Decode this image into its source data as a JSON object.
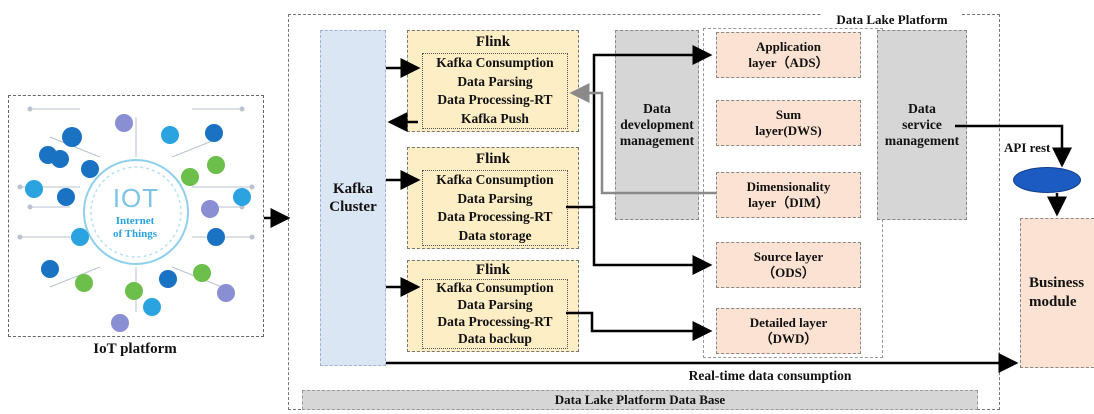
{
  "iot_platform": {
    "label": "IoT platform",
    "hub_text": "IOT",
    "hub_subtitle_line1": "Internet",
    "hub_subtitle_line2": "of Things",
    "icon_colors": [
      "#1a72c2",
      "#2aa3e0",
      "#6cbf4a",
      "#8a8fd4",
      "#f0a020"
    ]
  },
  "data_lake": {
    "title": "Data Lake Platform",
    "database_label": "Data Lake Platform Data Base",
    "realtime_label": "Real-time data consumption"
  },
  "kafka_cluster": {
    "line1": "Kafka",
    "line2": "Cluster"
  },
  "flink_blocks": [
    {
      "title": "Flink",
      "lines": [
        "Kafka Consumption",
        "Data Parsing",
        "Data Processing-RT",
        "Kafka Push"
      ]
    },
    {
      "title": "Flink",
      "lines": [
        "Kafka Consumption",
        "Data Parsing",
        "Data Processing-RT",
        "Data storage"
      ]
    },
    {
      "title": "Flink",
      "lines": [
        "Kafka Consumption",
        "Data Parsing",
        "Data Processing-RT",
        "Data backup"
      ]
    }
  ],
  "dev_management": {
    "lines": [
      "Data",
      "development",
      "management"
    ]
  },
  "layers": [
    {
      "line1": "Application",
      "line2": "layer（ADS）"
    },
    {
      "line1": "Sum",
      "line2": "layer(DWS)"
    },
    {
      "line1": "Dimensionality",
      "line2": "layer（DIM）"
    },
    {
      "line1": "Source layer",
      "line2": "（ODS）"
    },
    {
      "line1": "Detailed layer",
      "line2": "（DWD）"
    }
  ],
  "service_management": {
    "lines": [
      "Data",
      "service",
      "management"
    ]
  },
  "api_label": "API rest",
  "business_module": {
    "line1": "Business",
    "line2": "module"
  },
  "colors": {
    "kafka_fill": "#dae6f3",
    "flink_fill": "#fdeec6",
    "layer_fill": "#fbe2d2",
    "grey_fill": "#d6d6d6",
    "api_ellipse": "#1c5bc2"
  }
}
